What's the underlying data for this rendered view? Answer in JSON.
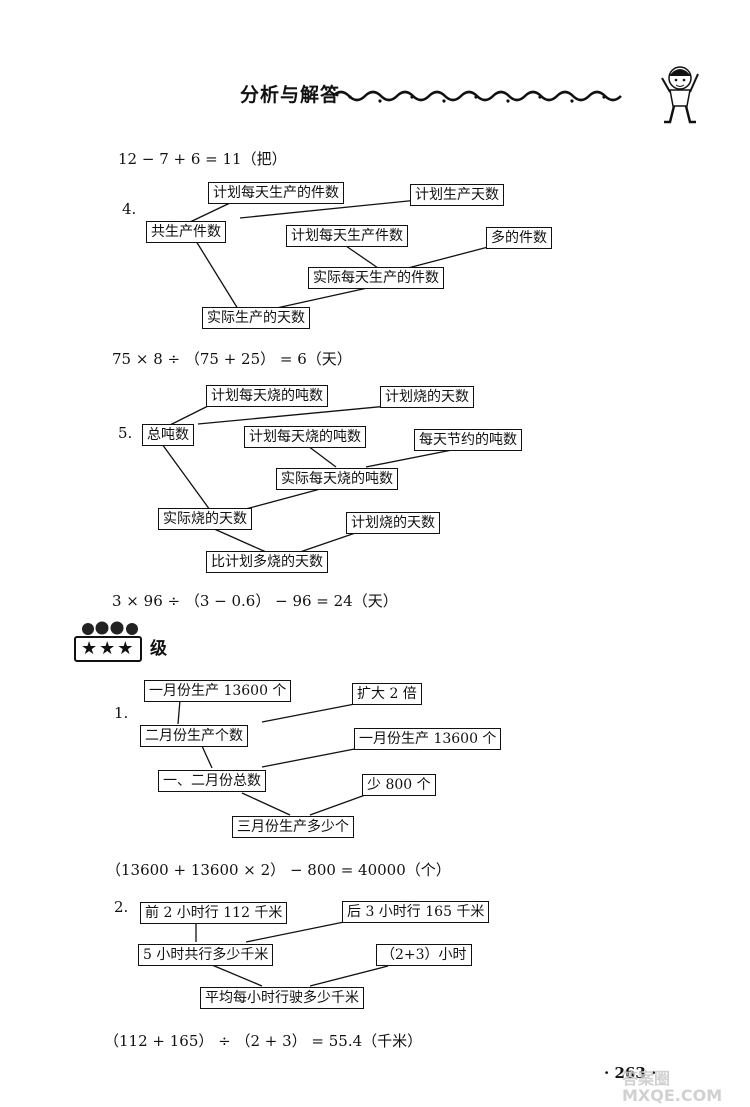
{
  "header": {
    "title": "分析与解答"
  },
  "problem4": {
    "top_formula": "12 − 7 + 6 = 11（把）",
    "number": "4.",
    "boxes": {
      "plan_daily": "计划每天生产的件数",
      "plan_days": "计划生产天数",
      "total": "共生产件数",
      "plan_daily2": "计划每天生产件数",
      "more": "多的件数",
      "actual_daily": "实际每天生产的件数",
      "actual_days": "实际生产的天数"
    },
    "formula": "75 × 8 ÷ （75 + 25） = 6（天）"
  },
  "problem5": {
    "number": "5.",
    "boxes": {
      "plan_daily": "计划每天烧的吨数",
      "plan_days": "计划烧的天数",
      "total": "总吨数",
      "plan_daily2": "计划每天烧的吨数",
      "save": "每天节约的吨数",
      "actual_daily": "实际每天烧的吨数",
      "actual_days": "实际烧的天数",
      "plan_days2": "计划烧的天数",
      "more_days": "比计划多烧的天数"
    },
    "formula": "3 × 96 ÷ （3 − 0.6） − 96 = 24（天）"
  },
  "level": {
    "stars": "★★★",
    "label": "级"
  },
  "q1": {
    "number": "1.",
    "boxes": {
      "jan": "一月份生产 13600 个",
      "double": "扩大 2 倍",
      "feb": "二月份生产个数",
      "jan2": "一月份生产 13600 个",
      "sum": "一、二月份总数",
      "less": "少 800 个",
      "mar": "三月份生产多少个"
    },
    "formula": "（13600 + 13600 × 2） − 800 = 40000（个）"
  },
  "q2": {
    "number": "2.",
    "boxes": {
      "first": "前 2 小时行 112 千米",
      "last": "后 3 小时行 165 千米",
      "total": "5 小时共行多少千米",
      "hours": "（2+3）小时",
      "avg": "平均每小时行驶多少千米"
    },
    "formula": "（112 + 165） ÷ （2 + 3） = 55.4（千米）"
  },
  "footer": {
    "page_number": "· 263 ·",
    "watermark": "答案圈 MXQE.COM"
  }
}
